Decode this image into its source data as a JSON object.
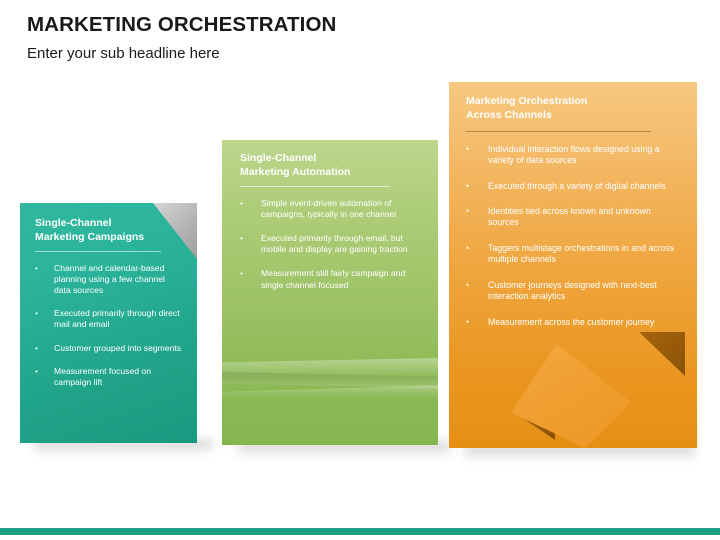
{
  "header": {
    "title": "MARKETING ORCHESTRATION",
    "subtitle": "Enter your sub headline here"
  },
  "colors": {
    "teal": "#1FA086",
    "green": "#9CC265",
    "orange": "#EFA63F",
    "fold_gray": "#B4B4B4",
    "title_text": "#1A1A1A",
    "card_text": "#FFFFFF",
    "bottom_bar": "#1FA086"
  },
  "cards": [
    {
      "id": "single-channel-marketing-campaigns",
      "title": "Single-Channel\nMarketing Campaigns",
      "accent": "#1FA086",
      "bullets": [
        "Channel and calendar-based planning using a few channel data sources",
        "Executed primarily through direct mail and email",
        "Customer grouped into segments",
        "Measurement focused on campaign lift"
      ]
    },
    {
      "id": "single-channel-marketing-automation",
      "title": "Single-Channel\nMarketing Automation",
      "accent": "#9CC265",
      "bullets": [
        "Simple event-driven automation of campaigns, typically in one channel",
        "Executed primarily through email, but mobile and display are gaining traction",
        "Measurement still fairly campaign and single channel focused"
      ]
    },
    {
      "id": "marketing-orchestration-across-channels",
      "title": "Marketing Orchestration\nAcross Channels",
      "accent": "#EFA63F",
      "bullets": [
        "Individual interaction flows designed using a variety of data sources",
        "Executed through a variety of digital channels",
        "Identities tied across known and unknown sources",
        "Taggers multistage orchestrations in and across multiple channels",
        "Customer journeys designed with next-best interaction analytics",
        "Measurement across the customer joumey"
      ]
    }
  ],
  "bullet_glyph": "•"
}
